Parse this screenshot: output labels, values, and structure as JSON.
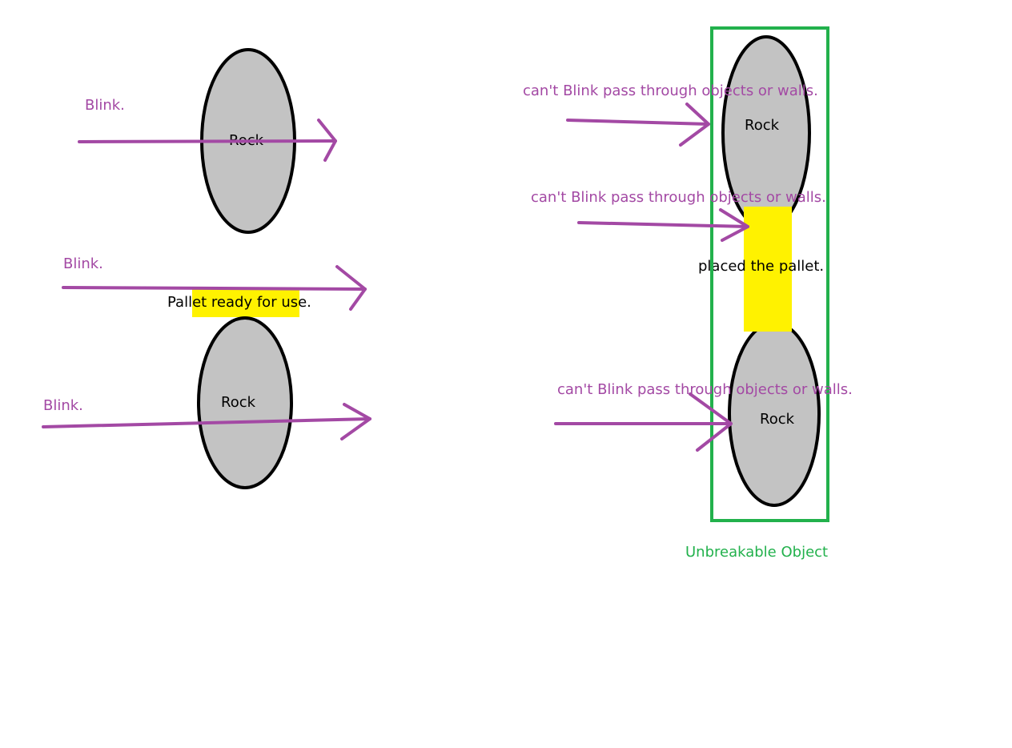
{
  "colors": {
    "arrow": "#a349a4",
    "rock_fill": "#c3c3c3",
    "rock_stroke": "#000000",
    "pallet": "#fff200",
    "frame": "#22b14c",
    "text": "#000000"
  },
  "left_scenes": {
    "top": {
      "arrow_label": "Blink.",
      "rock_label": "Rock"
    },
    "middle": {
      "arrow_label": "Blink.",
      "pallet_label": "Pallet ready for use."
    },
    "bottom": {
      "arrow_label": "Blink.",
      "rock_label": "Rock"
    }
  },
  "right_scene": {
    "top_rock_label": "Rock",
    "bottom_rock_label": "Rock",
    "pallet_label": "placed the pallet.",
    "frame_label": "Unbreakable Object",
    "arrow_labels": [
      "can't Blink pass through objects or walls.",
      "can't Blink pass through objects or walls.",
      "can't Blink pass through objects or walls."
    ]
  }
}
